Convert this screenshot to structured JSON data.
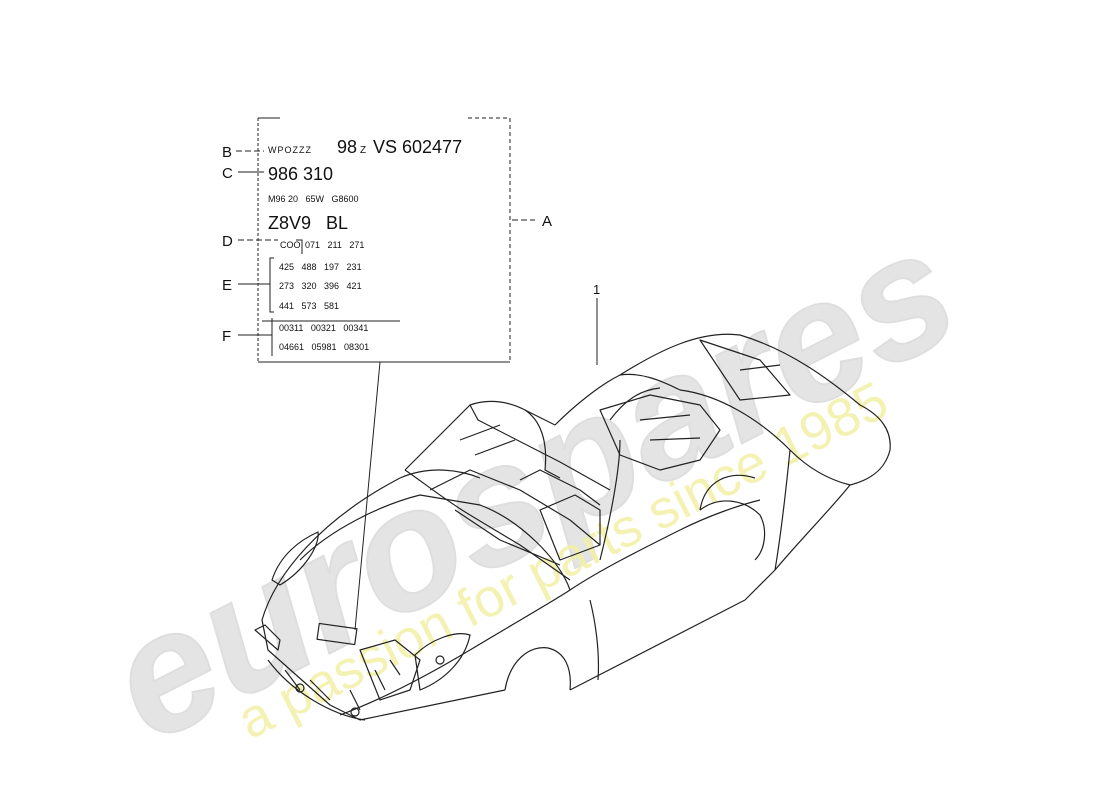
{
  "plate": {
    "vin_prefix": "WPOZZZ",
    "vin_model": "98",
    "vin_sub": "Z",
    "vin_serial": "VS 602477",
    "type_number": "986 310",
    "engine_line": "M96 20   65W   G8600",
    "color_code": "Z8V9   BL",
    "code_d": "COO",
    "d_line": "071   211   271",
    "e_lines": [
      "425   488   197   231",
      "273   320   396   421",
      "441   573   581"
    ],
    "f_lines": [
      "00311   00321   00341",
      "04661   05981   08301"
    ]
  },
  "callouts": {
    "A": "A",
    "B": "B",
    "C": "C",
    "D": "D",
    "E": "E",
    "F": "F",
    "part": "1"
  },
  "watermark": {
    "brand": "eurospares",
    "tagline": "a passion for parts since 1985",
    "brand_color": "#dcdcdc",
    "tagline_color": "#f3f0a6"
  }
}
